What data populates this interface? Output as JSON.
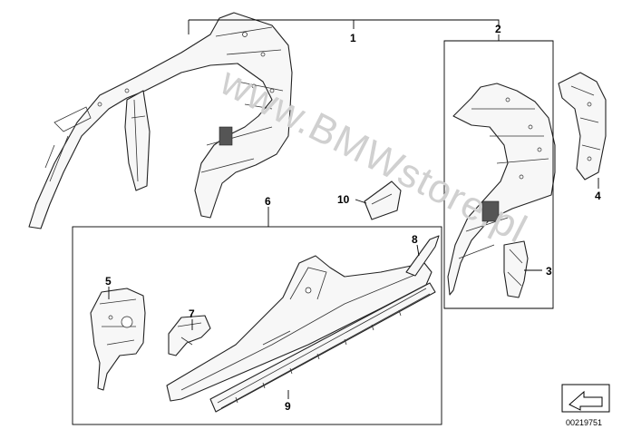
{
  "diagram": {
    "callouts": [
      {
        "id": "c1",
        "label": "1"
      },
      {
        "id": "c2",
        "label": "2"
      },
      {
        "id": "c3",
        "label": "3"
      },
      {
        "id": "c4",
        "label": "4"
      },
      {
        "id": "c5",
        "label": "5"
      },
      {
        "id": "c6",
        "label": "6"
      },
      {
        "id": "c7",
        "label": "7"
      },
      {
        "id": "c8",
        "label": "8"
      },
      {
        "id": "c9",
        "label": "9"
      },
      {
        "id": "c10",
        "label": "10"
      }
    ],
    "watermark": "www.BMWstore.pl",
    "doc_number": "00219751",
    "nav_icon": "arrow-icon"
  },
  "colors": {
    "line": "#222222",
    "watermark": "#d0d0d0",
    "background": "#ffffff"
  }
}
